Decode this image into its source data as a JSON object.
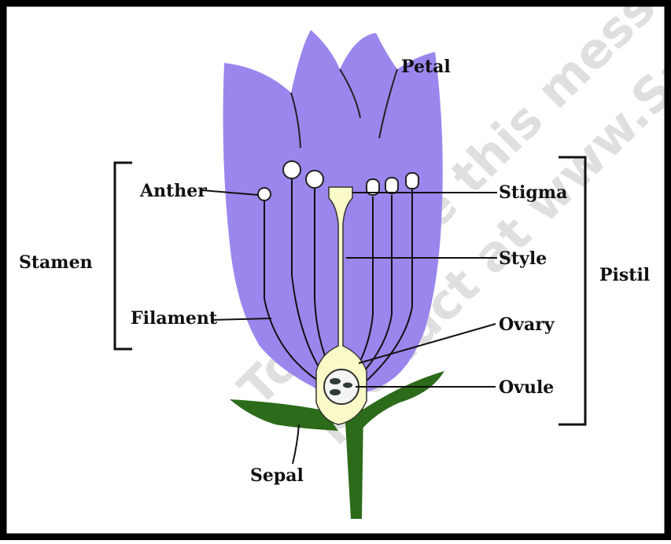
{
  "labels": {
    "petal": "Petal",
    "anther": "Anther",
    "stamen": "Stamen",
    "filament": "Filament",
    "stigma": "Stigma",
    "style": "Style",
    "pistil": "Pistil",
    "ovary": "Ovary",
    "ovule": "Ovule",
    "sepal": "Sepal"
  },
  "watermark": {
    "line1": "To remove this message",
    "line2": "product at www.Sm"
  },
  "colors": {
    "border": "#000000",
    "petal": "#9b86ee",
    "pistil": "#fafac8",
    "sepal": "#2b6b19",
    "watermark": "#6b5ff0",
    "text": "#111111"
  }
}
